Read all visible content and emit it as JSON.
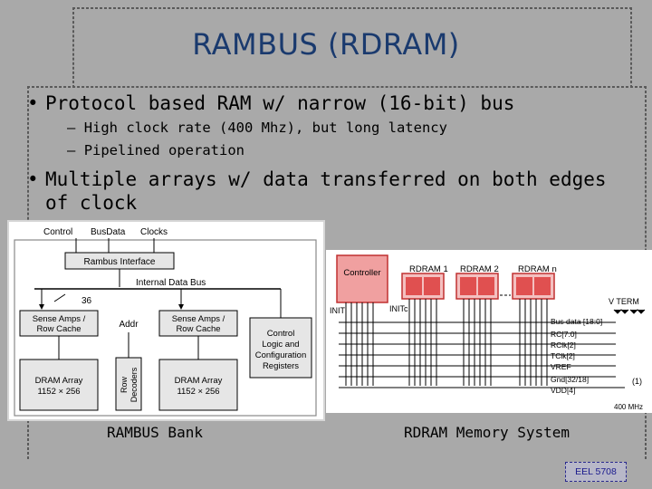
{
  "slide": {
    "title": "RAMBUS (RDRAM)",
    "bullets": [
      {
        "text": "Protocol based RAM w/ narrow (16-bit) bus",
        "subs": [
          "High clock rate (400 Mhz), but long latency",
          "Pipelined operation"
        ]
      },
      {
        "text": "Multiple arrays w/ data transferred on both edges",
        "text2": "of clock"
      }
    ],
    "bullet_char": "•",
    "sub_char": "–",
    "captions": {
      "bank": "RAMBUS Bank",
      "system": "RDRAM Memory System"
    },
    "footer": "EEL 5708"
  },
  "bank_diagram": {
    "signals": [
      "Control",
      "BusData",
      "Clocks"
    ],
    "interface": "Rambus Interface",
    "internal_bus": "Internal Data Bus",
    "bus_width": "36",
    "sense_left": [
      "Sense Amps /",
      "Row Cache"
    ],
    "sense_right": [
      "Sense Amps /",
      "Row Cache"
    ],
    "addr": "Addr",
    "control": [
      "Control",
      "Logic and",
      "Configuration",
      "Registers"
    ],
    "dram_left": [
      "DRAM Array",
      "1152 × 256"
    ],
    "dram_right": [
      "DRAM Array",
      "1152 × 256"
    ],
    "row_decoders": [
      "Row",
      "Decoders"
    ]
  },
  "system_diagram": {
    "controller": "Controller",
    "chips": [
      "RDRAM 1",
      "RDRAM 2",
      "RDRAM n"
    ],
    "init": "INIT",
    "initc": "INITc",
    "vterm": "V TERM",
    "signals": [
      "Bus data [18:0]",
      "RC[7:0]",
      "RClk[2]",
      "TClk[2]",
      "VREF",
      "Gnd[32/18]",
      "VDD[4]"
    ],
    "right_labels": [
      "(1)",
      "400 MHz"
    ]
  },
  "colors": {
    "title": "#1a3a6e",
    "controller": "#e97070",
    "chip": "#e05050",
    "background": "#a9a9a9"
  }
}
